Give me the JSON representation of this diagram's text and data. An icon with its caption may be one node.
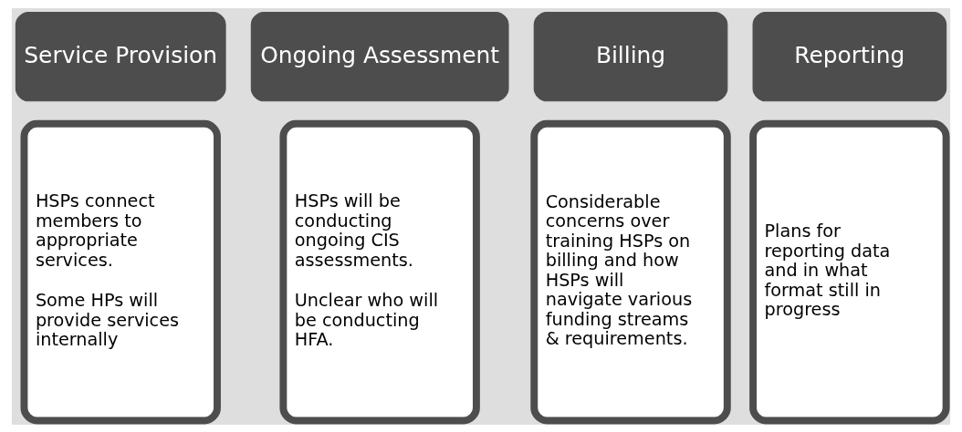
{
  "diagram": {
    "nodes": [
      {
        "text": [
          "Service Provision"
        ]
      },
      {
        "text": [
          "Ongoing Assessment"
        ]
      },
      {
        "text": [
          "Billing"
        ]
      },
      {
        "text": [
          "Reporting"
        ]
      },
      {
        "text": [
          "HSPs connect members to appropriate services.",
          "Some HPs will provide services internally"
        ]
      },
      {
        "text": [
          "HSPs will be conducting ongoing CIS assessments.",
          "Unclear who will be conducting HFA."
        ]
      },
      {
        "text": [
          "Considerable concerns over training HSPs on billing and how HSPs will navigate various funding streams & requirements."
        ]
      },
      {
        "text": [
          "Plans for reporting data and in what format still in progress"
        ]
      }
    ]
  }
}
